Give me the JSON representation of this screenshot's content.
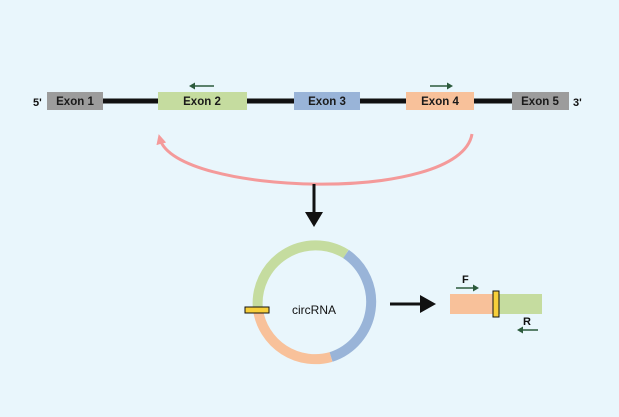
{
  "gene": {
    "five_prime": "5'",
    "three_prime": "3'",
    "exons": [
      {
        "label": "Exon 1",
        "color": "#9c9c9c"
      },
      {
        "label": "Exon 2",
        "color": "#c5dc9f"
      },
      {
        "label": "Exon 3",
        "color": "#99b4d8"
      },
      {
        "label": "Exon 4",
        "color": "#f8c19a"
      },
      {
        "label": "Exon 5",
        "color": "#9c9c9c"
      }
    ]
  },
  "circrna": {
    "label": "circRNA",
    "colors": {
      "green": "#c5dc9f",
      "blue": "#99b4d8",
      "orange": "#f8c19a",
      "junction": "#f7cf3a"
    }
  },
  "product": {
    "forward_primer": "F",
    "reverse_primer": "R"
  },
  "colors": {
    "background": "#e9f6fc",
    "backsplice_arc": "#f49a9a",
    "line": "#111111",
    "primer_arrow": "#2c5a3c"
  }
}
